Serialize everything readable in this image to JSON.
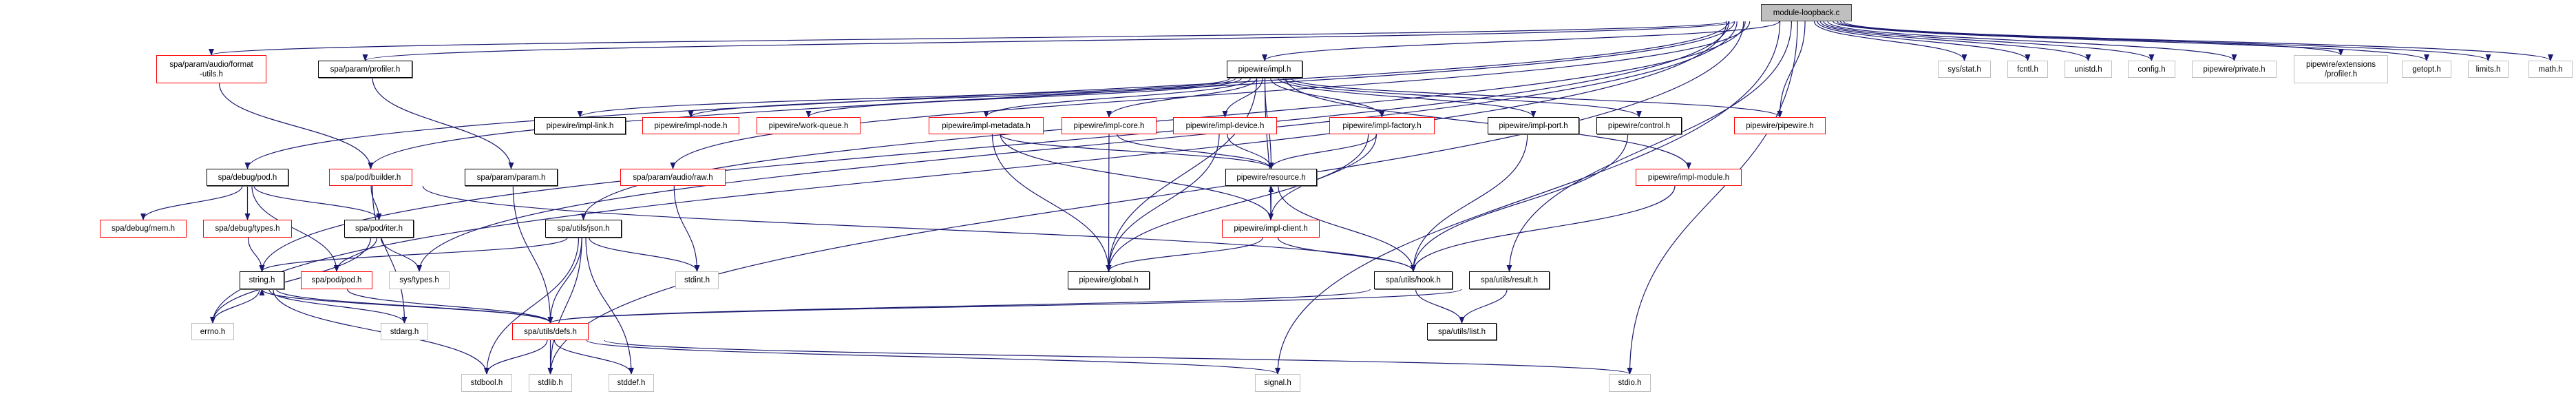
{
  "colors": {
    "edge": "#191970",
    "documented": "#000000",
    "incomplete": "#ff0000",
    "undocumented": "#bfbfbf",
    "root_fill": "#bfbfbf"
  },
  "nodes": [
    {
      "id": "root",
      "label": "module-loopback.c",
      "status": "root"
    },
    {
      "id": "formatutils",
      "label": "spa/param/audio/format\n-utils.h",
      "status": "incomplete"
    },
    {
      "id": "spaprofiler",
      "label": "spa/param/profiler.h",
      "status": "documented"
    },
    {
      "id": "impllink",
      "label": "pipewire/impl-link.h",
      "status": "documented"
    },
    {
      "id": "implnode",
      "label": "pipewire/impl-node.h",
      "status": "incomplete"
    },
    {
      "id": "workqueue",
      "label": "pipewire/work-queue.h",
      "status": "incomplete"
    },
    {
      "id": "impl",
      "label": "pipewire/impl.h",
      "status": "documented"
    },
    {
      "id": "implmetadata",
      "label": "pipewire/impl-metadata.h",
      "status": "incomplete"
    },
    {
      "id": "implcore",
      "label": "pipewire/impl-core.h",
      "status": "incomplete"
    },
    {
      "id": "impldevice",
      "label": "pipewire/impl-device.h",
      "status": "incomplete"
    },
    {
      "id": "implfactory",
      "label": "pipewire/impl-factory.h",
      "status": "incomplete"
    },
    {
      "id": "implport",
      "label": "pipewire/impl-port.h",
      "status": "documented"
    },
    {
      "id": "control",
      "label": "pipewire/control.h",
      "status": "documented"
    },
    {
      "id": "pipewire",
      "label": "pipewire/pipewire.h",
      "status": "incomplete"
    },
    {
      "id": "sysstat",
      "label": "sys/stat.h",
      "status": "undocumented"
    },
    {
      "id": "fcntl",
      "label": "fcntl.h",
      "status": "undocumented"
    },
    {
      "id": "unistd",
      "label": "unistd.h",
      "status": "undocumented"
    },
    {
      "id": "config",
      "label": "config.h",
      "status": "undocumented"
    },
    {
      "id": "private",
      "label": "pipewire/private.h",
      "status": "undocumented"
    },
    {
      "id": "extprofiler",
      "label": "pipewire/extensions\n/profiler.h",
      "status": "undocumented"
    },
    {
      "id": "getopt",
      "label": "getopt.h",
      "status": "undocumented"
    },
    {
      "id": "limits",
      "label": "limits.h",
      "status": "undocumented"
    },
    {
      "id": "math",
      "label": "math.h",
      "status": "undocumented"
    },
    {
      "id": "debugpod",
      "label": "spa/debug/pod.h",
      "status": "documented"
    },
    {
      "id": "builder",
      "label": "spa/pod/builder.h",
      "status": "incomplete"
    },
    {
      "id": "param",
      "label": "spa/param/param.h",
      "status": "documented"
    },
    {
      "id": "raw",
      "label": "spa/param/audio/raw.h",
      "status": "incomplete"
    },
    {
      "id": "resource",
      "label": "pipewire/resource.h",
      "status": "documented"
    },
    {
      "id": "implmodule",
      "label": "pipewire/impl-module.h",
      "status": "incomplete"
    },
    {
      "id": "debugmem",
      "label": "spa/debug/mem.h",
      "status": "incomplete"
    },
    {
      "id": "debugtypes",
      "label": "spa/debug/types.h",
      "status": "incomplete"
    },
    {
      "id": "iter",
      "label": "spa/pod/iter.h",
      "status": "documented"
    },
    {
      "id": "json",
      "label": "spa/utils/json.h",
      "status": "documented"
    },
    {
      "id": "implclient",
      "label": "pipewire/impl-client.h",
      "status": "incomplete"
    },
    {
      "id": "string",
      "label": "string.h",
      "status": "documented"
    },
    {
      "id": "pod",
      "label": "spa/pod/pod.h",
      "status": "incomplete"
    },
    {
      "id": "systypes",
      "label": "sys/types.h",
      "status": "undocumented"
    },
    {
      "id": "stdint",
      "label": "stdint.h",
      "status": "undocumented"
    },
    {
      "id": "global",
      "label": "pipewire/global.h",
      "status": "documented"
    },
    {
      "id": "hook",
      "label": "spa/utils/hook.h",
      "status": "documented"
    },
    {
      "id": "result",
      "label": "spa/utils/result.h",
      "status": "documented"
    },
    {
      "id": "errno",
      "label": "errno.h",
      "status": "undocumented"
    },
    {
      "id": "stdarg",
      "label": "stdarg.h",
      "status": "undocumented"
    },
    {
      "id": "defs",
      "label": "spa/utils/defs.h",
      "status": "incomplete"
    },
    {
      "id": "list",
      "label": "spa/utils/list.h",
      "status": "documented"
    },
    {
      "id": "stdbool",
      "label": "stdbool.h",
      "status": "undocumented"
    },
    {
      "id": "stdlib",
      "label": "stdlib.h",
      "status": "undocumented"
    },
    {
      "id": "stddef",
      "label": "stddef.h",
      "status": "undocumented"
    },
    {
      "id": "signal",
      "label": "signal.h",
      "status": "undocumented"
    },
    {
      "id": "stdio",
      "label": "stdio.h",
      "status": "undocumented"
    }
  ],
  "edges": [
    [
      "root",
      "formatutils"
    ],
    [
      "root",
      "spaprofiler"
    ],
    [
      "root",
      "debugpod"
    ],
    [
      "root",
      "builder"
    ],
    [
      "root",
      "string"
    ],
    [
      "root",
      "errno"
    ],
    [
      "root",
      "stdlib"
    ],
    [
      "root",
      "systypes"
    ],
    [
      "root",
      "json"
    ],
    [
      "root",
      "raw"
    ],
    [
      "root",
      "impl"
    ],
    [
      "root",
      "pipewire"
    ],
    [
      "root",
      "result"
    ],
    [
      "root",
      "signal"
    ],
    [
      "root",
      "stdio"
    ],
    [
      "root",
      "sysstat"
    ],
    [
      "root",
      "fcntl"
    ],
    [
      "root",
      "unistd"
    ],
    [
      "root",
      "config"
    ],
    [
      "root",
      "private"
    ],
    [
      "root",
      "extprofiler"
    ],
    [
      "root",
      "getopt"
    ],
    [
      "root",
      "limits"
    ],
    [
      "root",
      "math"
    ],
    [
      "formatutils",
      "builder"
    ],
    [
      "spaprofiler",
      "param"
    ],
    [
      "param",
      "defs"
    ],
    [
      "debugpod",
      "debugmem"
    ],
    [
      "debugpod",
      "debugtypes"
    ],
    [
      "debugpod",
      "pod"
    ],
    [
      "debugpod",
      "iter"
    ],
    [
      "debugtypes",
      "string"
    ],
    [
      "builder",
      "iter"
    ],
    [
      "builder",
      "stdarg"
    ],
    [
      "builder",
      "hook"
    ],
    [
      "iter",
      "errno"
    ],
    [
      "iter",
      "pod"
    ],
    [
      "iter",
      "systypes"
    ],
    [
      "json",
      "string"
    ],
    [
      "json",
      "defs"
    ],
    [
      "json",
      "stdbool"
    ],
    [
      "json",
      "stdlib"
    ],
    [
      "json",
      "stddef"
    ],
    [
      "json",
      "stdint"
    ],
    [
      "raw",
      "stdint"
    ],
    [
      "string",
      "errno"
    ],
    [
      "string",
      "stdarg"
    ],
    [
      "string",
      "stdbool"
    ],
    [
      "string",
      "defs"
    ],
    [
      "defs",
      "string"
    ],
    [
      "pod",
      "defs"
    ],
    [
      "defs",
      "stdbool"
    ],
    [
      "defs",
      "stdlib"
    ],
    [
      "defs",
      "stddef"
    ],
    [
      "defs",
      "stdio"
    ],
    [
      "defs",
      "signal"
    ],
    [
      "hook",
      "defs"
    ],
    [
      "hook",
      "list"
    ],
    [
      "result",
      "defs"
    ],
    [
      "result",
      "list"
    ],
    [
      "impl",
      "impllink"
    ],
    [
      "impl",
      "implnode"
    ],
    [
      "impl",
      "workqueue"
    ],
    [
      "impl",
      "implmetadata"
    ],
    [
      "impl",
      "implcore"
    ],
    [
      "impl",
      "impldevice"
    ],
    [
      "impl",
      "resource"
    ],
    [
      "impl",
      "implfactory"
    ],
    [
      "impl",
      "implport"
    ],
    [
      "impl",
      "control"
    ],
    [
      "impl",
      "implmodule"
    ],
    [
      "impl",
      "pipewire"
    ],
    [
      "impl",
      "implclient"
    ],
    [
      "impl",
      "global"
    ],
    [
      "implmetadata",
      "global"
    ],
    [
      "implmetadata",
      "resource"
    ],
    [
      "implmetadata",
      "implclient"
    ],
    [
      "implcore",
      "global"
    ],
    [
      "implcore",
      "resource"
    ],
    [
      "impldevice",
      "resource"
    ],
    [
      "impldevice",
      "global"
    ],
    [
      "implfactory",
      "resource"
    ],
    [
      "implfactory",
      "implclient"
    ],
    [
      "implfactory",
      "global"
    ],
    [
      "implport",
      "hook"
    ],
    [
      "control",
      "hook"
    ],
    [
      "implmodule",
      "hook"
    ],
    [
      "resource",
      "implclient"
    ],
    [
      "resource",
      "hook"
    ],
    [
      "implclient",
      "resource"
    ],
    [
      "implclient",
      "global"
    ],
    [
      "implclient",
      "hook"
    ]
  ]
}
